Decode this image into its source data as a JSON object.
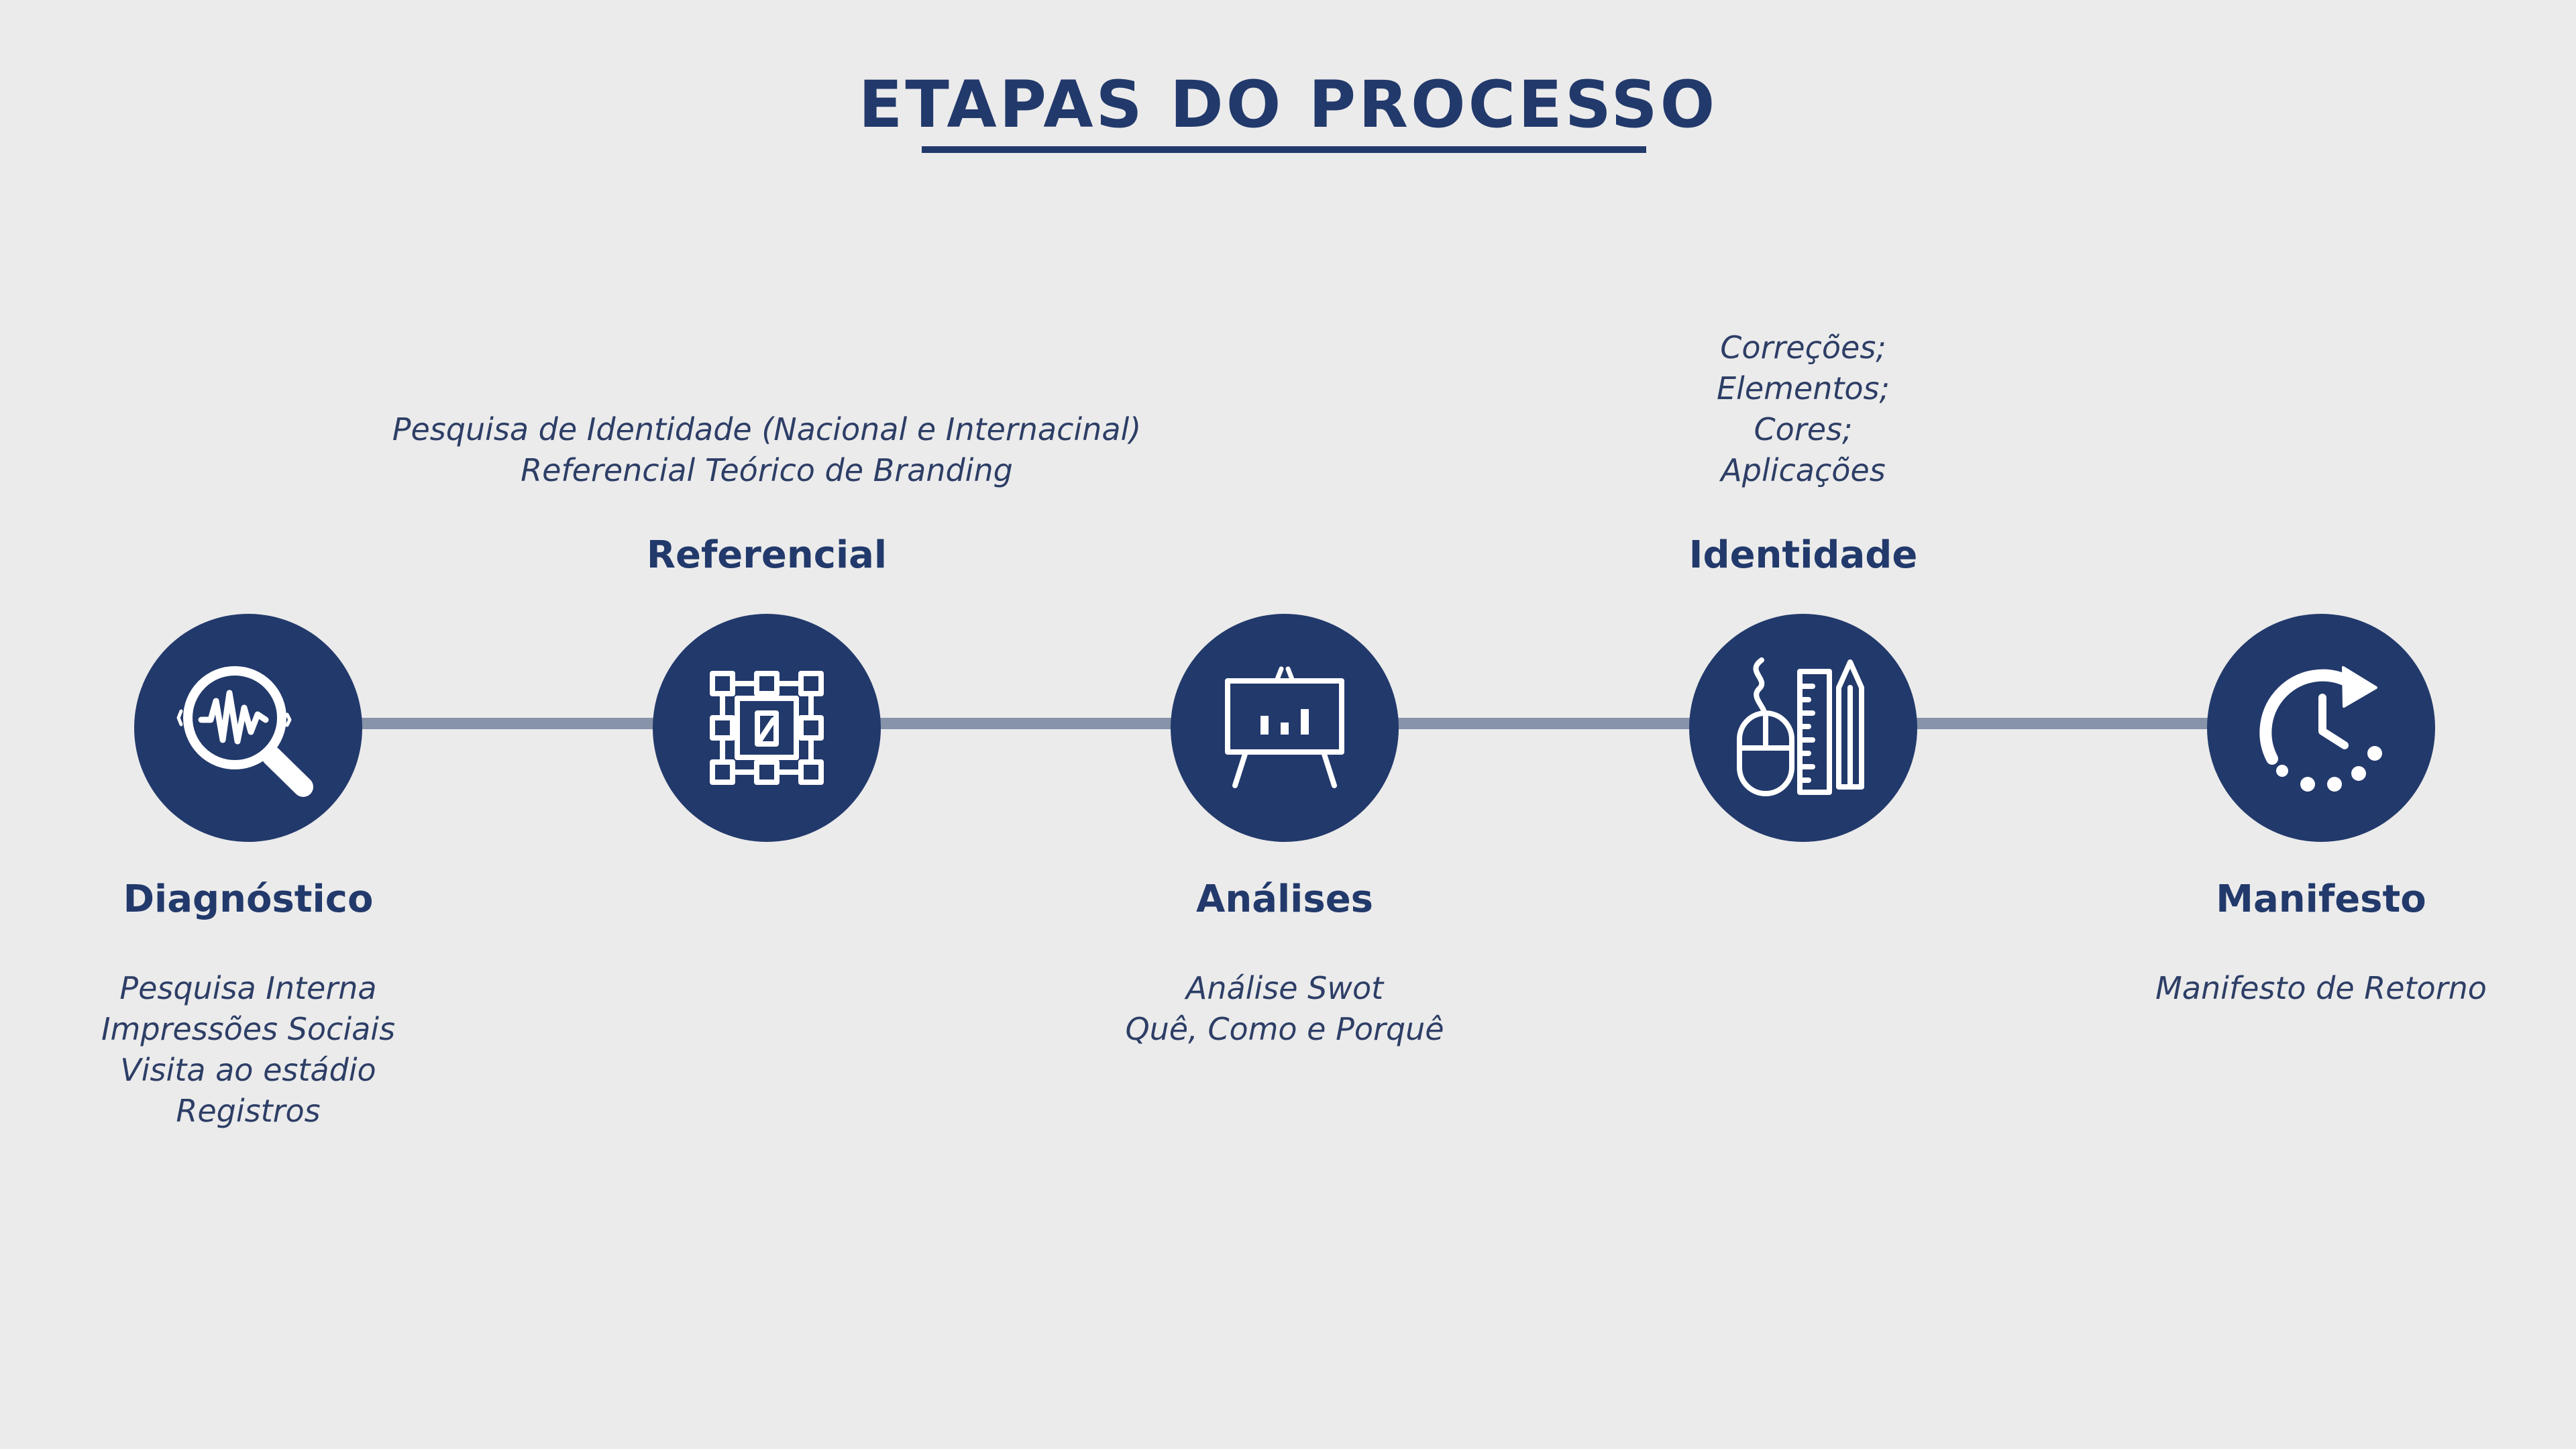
{
  "title": "ETAPAS DO PROCESSO",
  "colors": {
    "background": "#ebebeb",
    "navy": "#22396b",
    "connector": "#8793a9",
    "icon": "#ffffff"
  },
  "steps": [
    {
      "label": "Diagnóstico",
      "icon": "magnifier-waveform-icon",
      "lines": [
        "Pesquisa Interna",
        "Impressões Sociais",
        "Visita ao estádio",
        "Registros"
      ]
    },
    {
      "label": "Referencial",
      "icon": "selection-grid-icon",
      "lines": [
        "Pesquisa de Identidade (Nacional e Internacinal)",
        "Referencial Teórico de Branding"
      ]
    },
    {
      "label": "Análises",
      "icon": "presentation-easel-chart-icon",
      "lines": [
        "Análise Swot",
        "Quê, Como e Porquê"
      ]
    },
    {
      "label": "Identidade",
      "icon": "design-tools-icon",
      "lines": [
        "Correções;",
        "Elementos;",
        "Cores;",
        "Aplicações"
      ]
    },
    {
      "label": "Manifesto",
      "icon": "clock-refresh-icon",
      "lines": [
        "Manifesto de Retorno"
      ]
    }
  ]
}
